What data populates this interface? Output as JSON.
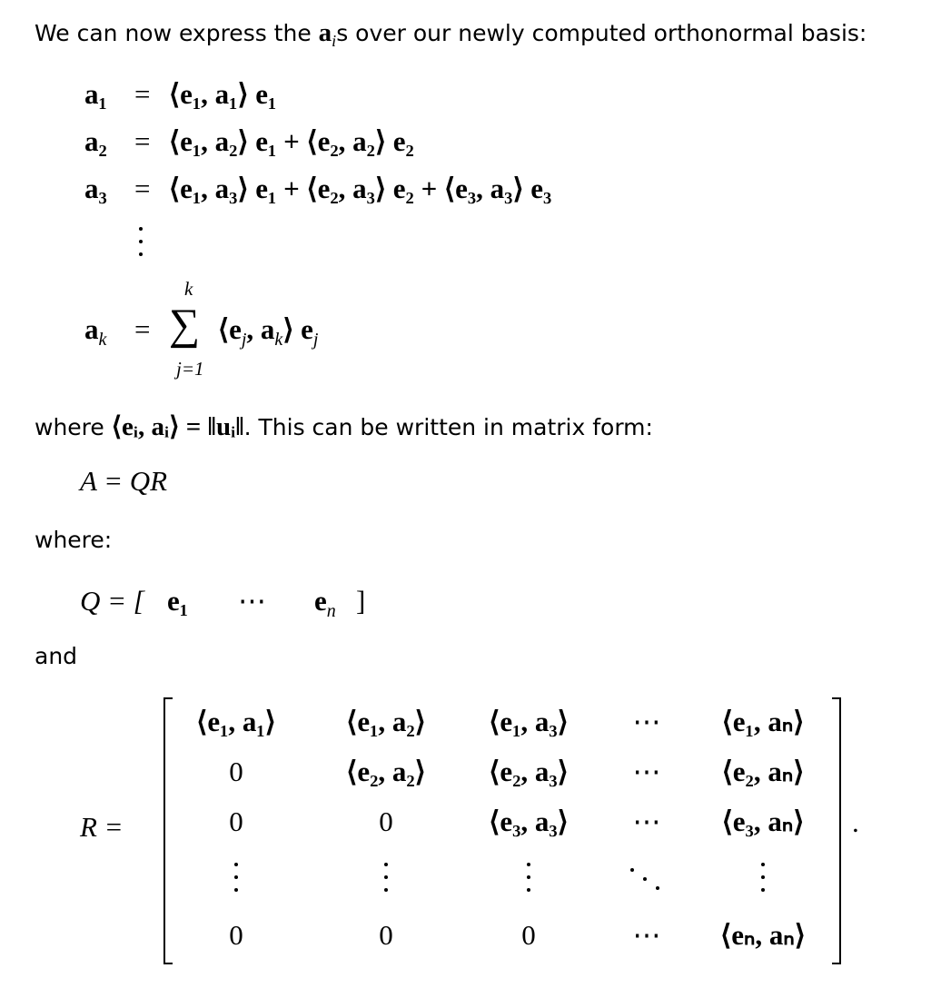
{
  "intro": {
    "pre": "We can now express the ",
    "sym": "a",
    "sub": "i",
    "post": "s over our newly computed orthonormal basis:"
  },
  "equations": [
    {
      "lhs": "a₁",
      "eq": "=",
      "rhs": "⟨e₁, a₁⟩ e₁"
    },
    {
      "lhs": "a₂",
      "eq": "=",
      "rhs": "⟨e₁, a₂⟩ e₁ + ⟨e₂, a₂⟩ e₂"
    },
    {
      "lhs": "a₃",
      "eq": "=",
      "rhs": "⟨e₁, a₃⟩ e₁ + ⟨e₂, a₃⟩ e₂ + ⟨e₃, a₃⟩ e₃"
    }
  ],
  "sum_eq": {
    "lhs": "a",
    "lhs_sub": "k",
    "eq": "=",
    "sigma": "∑",
    "upper": "k",
    "lower": "j=1",
    "rhs": "⟨e",
    "rhs_sub1": "j",
    "rhs_mid": ", a",
    "rhs_sub2": "k",
    "rhs_end": "⟩ e",
    "rhs_sub3": "j"
  },
  "where1": {
    "pre": "where ",
    "math": "⟨eᵢ, aᵢ⟩ = ‖uᵢ‖",
    "post": ". This can be written in matrix form:"
  },
  "aqr": "A = QR",
  "where2": "where:",
  "q_eq": {
    "lhs": "Q = [",
    "e1": "e₁",
    "dots": "⋯",
    "en": "e",
    "en_sub": "n",
    "close": "]"
  },
  "and": "and",
  "r_eq": {
    "lhs": "R =",
    "period": "."
  },
  "matrix": [
    [
      "⟨e₁, a₁⟩",
      "⟨e₁, a₂⟩",
      "⟨e₁, a₃⟩",
      "⋯",
      "⟨e₁, aₙ⟩"
    ],
    [
      "0",
      "⟨e₂, a₂⟩",
      "⟨e₂, a₃⟩",
      "⋯",
      "⟨e₂, aₙ⟩"
    ],
    [
      "0",
      "0",
      "⟨e₃, a₃⟩",
      "⋯",
      "⟨e₃, aₙ⟩"
    ],
    [
      "0",
      "0",
      "0",
      "⋯",
      "⟨eₙ, aₙ⟩"
    ]
  ]
}
